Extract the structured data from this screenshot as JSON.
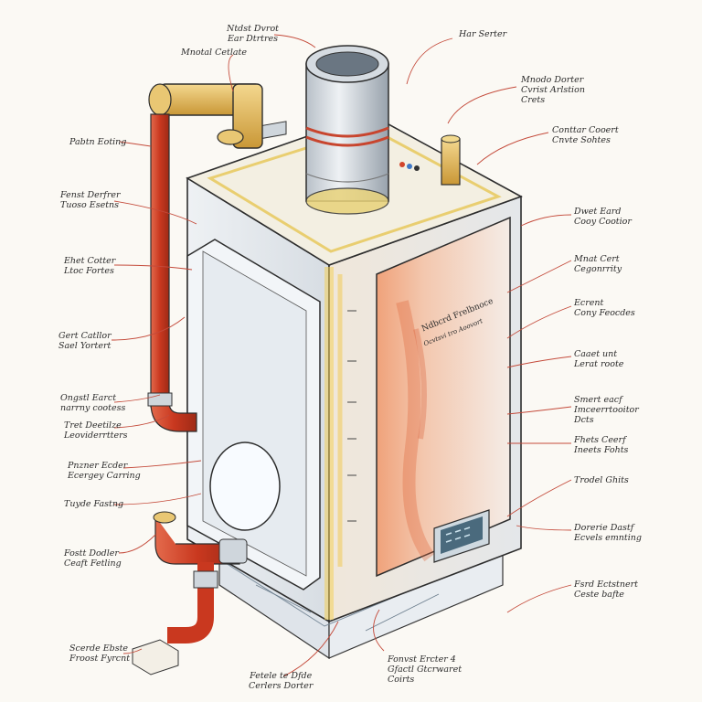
{
  "labels": {
    "top_vent": [
      "Ntdst Dvrot",
      "Ear Dtrtres"
    ],
    "metal_cable": [
      "Mnotal Cetlate"
    ],
    "hat_top": [
      "Har Serter"
    ],
    "upper_right": [
      "Mnodo Dorter",
      "Cvrist Arlstion",
      "Crets"
    ],
    "control": [
      "Conttar Cooert",
      "Cnvte Sohtes"
    ],
    "pipe_cap": [
      "Pabtn Eoting"
    ],
    "door_1": [
      "Fenst Derfrer",
      "Tuoso Esetns"
    ],
    "side_pipe": [
      "Ehet Cotter",
      "Ltoc Fortes"
    ],
    "side_plate": [
      "Gert Catllor",
      "Sael Yortert"
    ],
    "elbow": [
      "Ongstl Earct",
      "narrny cootess"
    ],
    "tee": [
      "Tret Deetilze",
      "Leoviderrtters"
    ],
    "bottom_pipe": [
      "Pnzner Ecder",
      "Ecergey Carring"
    ],
    "tap_valve": [
      "Tuyde Fastng"
    ],
    "lower_valve": [
      "Fostt Dodler",
      "Ceaft Fetling"
    ],
    "bottom_block": [
      "Scerde Ebste",
      "Froost Fyrcnt"
    ],
    "bottom_left_foot": [
      "Fetele te Dfde",
      "Cerlers Dorter"
    ],
    "bottom_center": [
      "Fonvst Ercter 4",
      "Gfactl Gtcrwaret",
      "Coirts"
    ],
    "dwt_cord": [
      "Dwet Eard",
      "Cooy Cootior"
    ],
    "main_unit": [
      "Mnat Cert",
      "Cegonrrity"
    ],
    "basket": [
      "Ecrent",
      "Cony Feocdes"
    ],
    "clear_unit": [
      "Caaet unt",
      "Lerat roote"
    ],
    "smart_bus": [
      "Smert eacf",
      "Imceerrtooitor",
      "Dcts"
    ],
    "flare": [
      "Fhets Ceerf",
      "Ineets Fohts"
    ],
    "tread": [
      "Trodel Ghits"
    ],
    "dorfle": [
      "Dorerie Dastf",
      "Ecvels emnting"
    ],
    "first_section": [
      "Fsrd Ectstnert",
      "Ceste bafte"
    ]
  },
  "panel": {
    "title": "Ndbcrd Frelbnoce",
    "subtitle": "Ocvtsvi tro Aoovort"
  },
  "colors": {
    "ink": "#2b2b2b",
    "pipe_red": "#d2452b",
    "brass": "#d9b25a",
    "steel": "#b9c3cb",
    "panel_rust": "#e8895a",
    "yellow_trim": "#f4d25c",
    "screen": "#4a6a7d"
  }
}
